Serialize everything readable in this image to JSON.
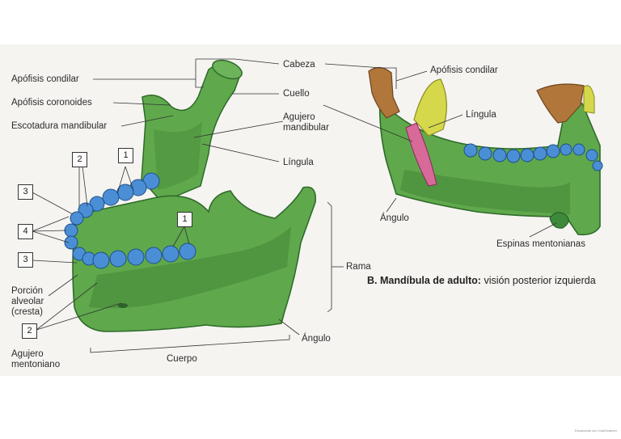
{
  "figure_a": {
    "labels": {
      "apofisis_condilar": "Apófisis condilar",
      "apofisis_coronoides": "Apófisis coronoides",
      "escotadura": "Escotadura mandibular",
      "cabeza": "Cabeza",
      "cuello": "Cuello",
      "agujero_mandibular_1": "Agujero",
      "agujero_mandibular_2": "mandibular",
      "lingula": "Língula",
      "rama": "Rama",
      "angulo": "Ángulo",
      "cuerpo": "Cuerpo",
      "porcion_1": "Porción",
      "porcion_2": "alveolar",
      "porcion_3": "(cresta)",
      "agujero_mentoniano_1": "Agujero",
      "agujero_mentoniano_2": "mentoniano"
    },
    "boxes": {
      "b2_top": "2",
      "b1_top": "1",
      "b3_top": "3",
      "b4": "4",
      "b3_bottom": "3",
      "b1_lower": "1",
      "b2_bottom": "2"
    }
  },
  "figure_b": {
    "labels": {
      "apofisis_condilar": "Apófisis condilar",
      "lingula": "Língula",
      "angulo": "Ángulo",
      "espinas": "Espinas mentonianas"
    },
    "caption_bold": "B. Mandíbula de adulto:",
    "caption_rest": " visión posterior izquierda"
  },
  "watermark": "Escaneado con CamScanner",
  "colors": {
    "bone": "#5fa94c",
    "bone_shadow": "#3e7d34",
    "teeth": "#4a8fd6",
    "condyle": "#b0763a",
    "lingula": "#d4d84a",
    "foramen": "#d86a9a",
    "spines": "#3d8a3a"
  }
}
